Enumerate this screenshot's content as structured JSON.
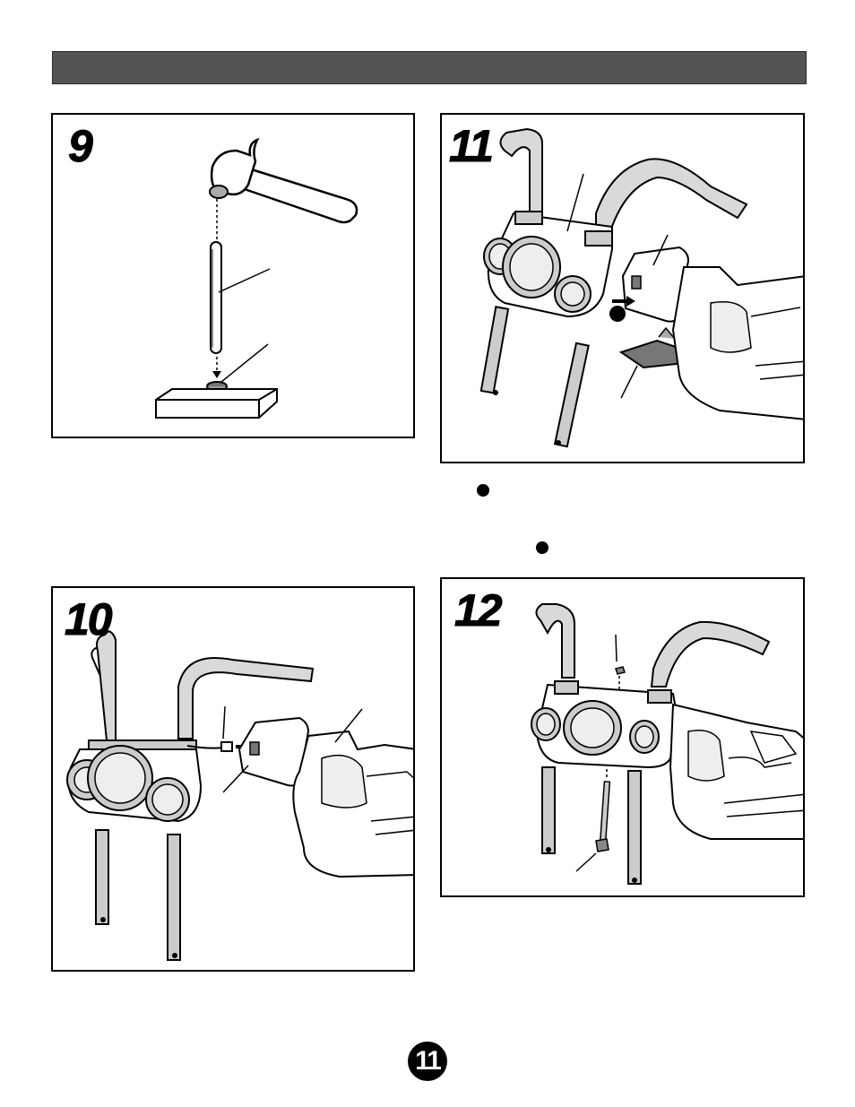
{
  "steps": [
    {
      "number": "9"
    },
    {
      "number": "10"
    },
    {
      "number": "11"
    },
    {
      "number": "12"
    }
  ],
  "page": {
    "number": "11"
  }
}
